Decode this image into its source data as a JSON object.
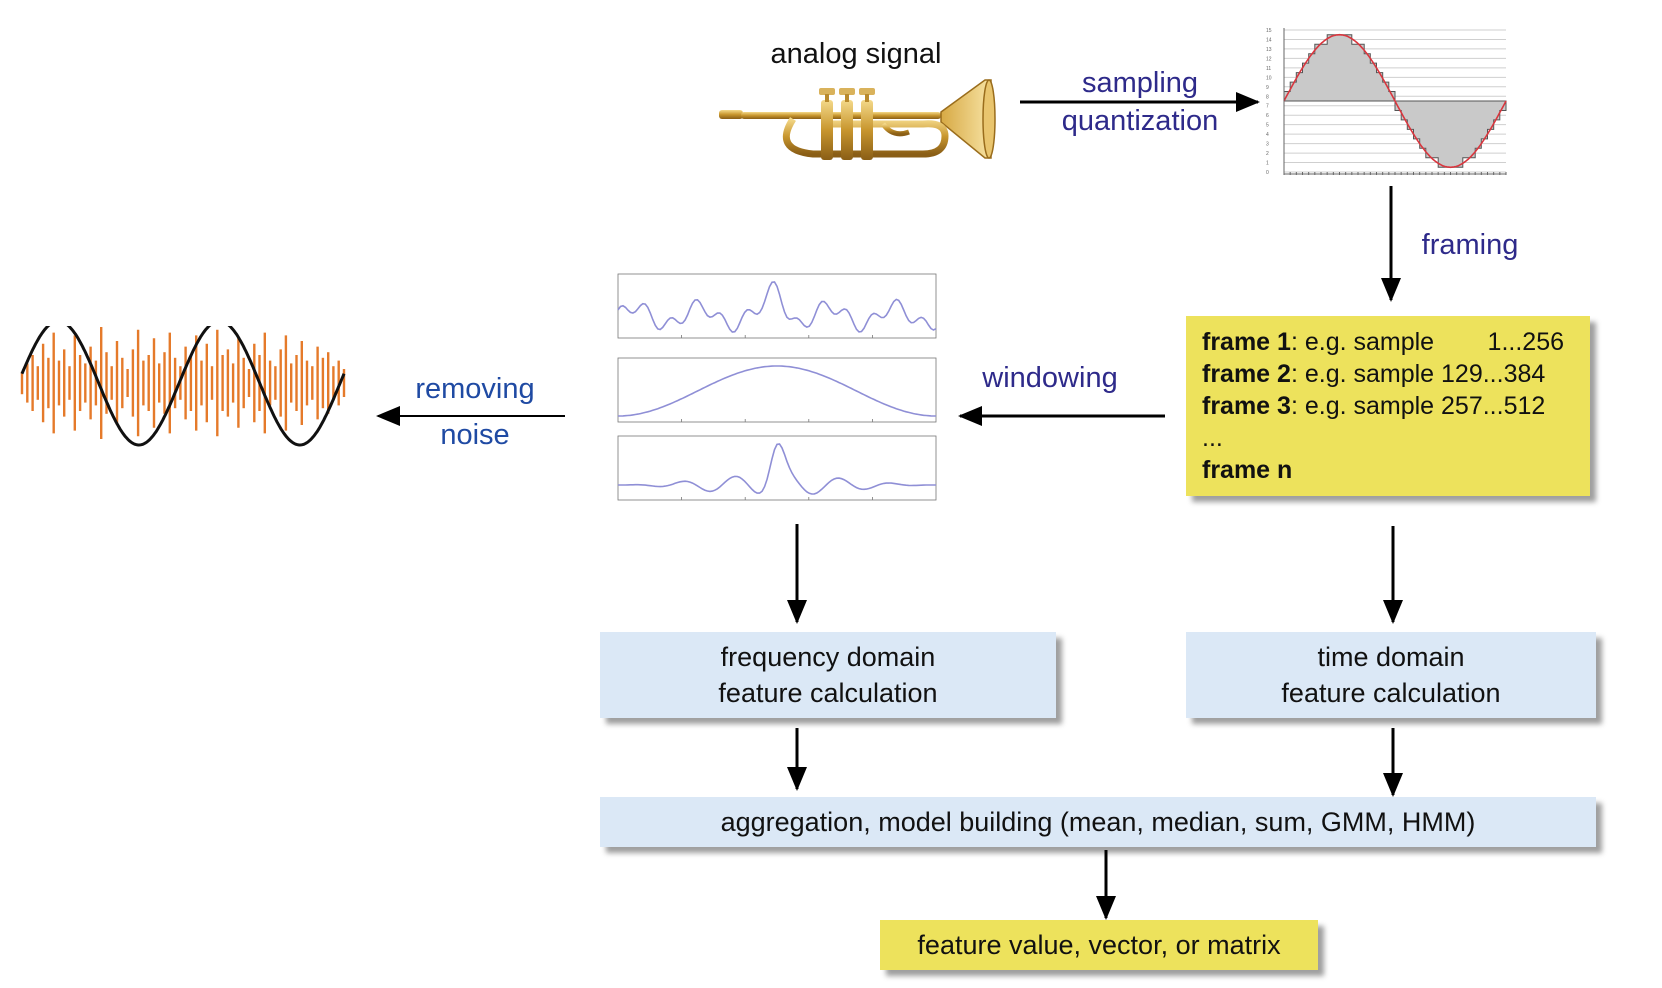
{
  "colors": {
    "flow_label": "#2e2a8a",
    "noise_label": "#1f4aa3",
    "box_blue": "#dbe8f6",
    "box_yellow": "#ede25c",
    "noise_spikes": "#e57a2a",
    "sine": "#111111",
    "plot_curve": "#8f8fd6",
    "quantized_curve": "#d9363e"
  },
  "labels": {
    "analog_signal": "analog signal",
    "sampling": "sampling",
    "quantization": "quantization",
    "framing": "framing",
    "windowing": "windowing",
    "removing": "removing",
    "noise": "noise"
  },
  "frames": [
    {
      "name": "frame 1",
      "text": ": e.g. sample",
      "range": "1...256"
    },
    {
      "name": "frame 2",
      "text": ": e.g. sample 129...384",
      "range": ""
    },
    {
      "name": "frame 3",
      "text": ": e.g. sample 257...512",
      "range": ""
    },
    {
      "name": "",
      "text": "...",
      "range": ""
    },
    {
      "name": "frame n",
      "text": "",
      "range": ""
    }
  ],
  "boxes": {
    "freq_line1": "frequency domain",
    "freq_line2": "feature calculation",
    "time_line1": "time domain",
    "time_line2": "feature calculation",
    "aggregation": "aggregation, model building (mean, median, sum, GMM, HMM)",
    "result": "feature value, vector, or matrix"
  },
  "icons": [
    "trumpet-image",
    "quantized-sine-plot",
    "three-panel-signal-plot",
    "noisy-signal-icon"
  ]
}
